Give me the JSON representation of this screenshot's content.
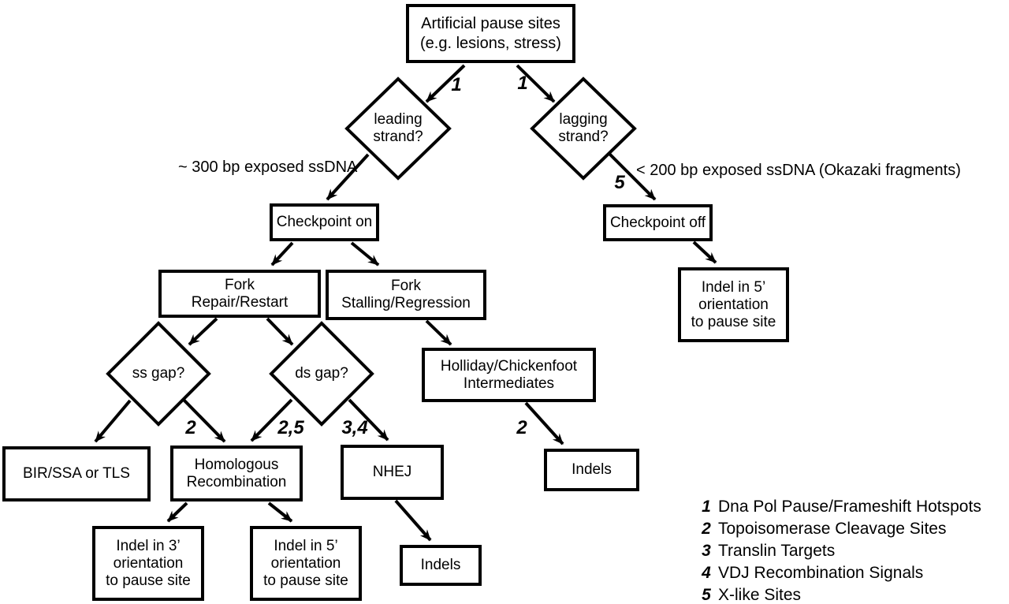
{
  "diagram": {
    "type": "flowchart",
    "topic": "Artificial pause sites and DNA replication fork outcomes"
  },
  "nodes": {
    "artificial_pause_sites": {
      "label": "Artificial pause sites\n(e.g. lesions, stress)",
      "shape": "rect"
    },
    "leading_strand": {
      "label": "leading\nstrand?",
      "shape": "diamond"
    },
    "lagging_strand": {
      "label": "lagging\nstrand?",
      "shape": "diamond"
    },
    "checkpoint_on": {
      "label": "Checkpoint on",
      "shape": "rect"
    },
    "checkpoint_off": {
      "label": "Checkpoint off",
      "shape": "rect"
    },
    "fork_repair_restart": {
      "label": "Fork\nRepair/Restart",
      "shape": "rect"
    },
    "fork_stalling_regression": {
      "label": "Fork\nStalling/Regression",
      "shape": "rect"
    },
    "indel_5_right": {
      "label": "Indel in 5’\norientation\nto pause site",
      "shape": "rect"
    },
    "holliday_chickenfoot": {
      "label": "Holliday/Chickenfoot\nIntermediates",
      "shape": "rect"
    },
    "ss_gap": {
      "label": "ss gap?",
      "shape": "diamond"
    },
    "ds_gap": {
      "label": "ds gap?",
      "shape": "diamond"
    },
    "bir_ssa_tls": {
      "label": "BIR/SSA or TLS",
      "shape": "rect"
    },
    "homologous_recombination": {
      "label": "Homologous\nRecombination",
      "shape": "rect"
    },
    "nhej": {
      "label": "NHEJ",
      "shape": "rect"
    },
    "indels_right": {
      "label": "Indels",
      "shape": "rect"
    },
    "indel_3_left": {
      "label": "Indel in 3’\norientation\nto pause site",
      "shape": "rect"
    },
    "indel_5_mid": {
      "label": "Indel in 5’\norientation\nto pause site",
      "shape": "rect"
    },
    "indels_bottom": {
      "label": "Indels",
      "shape": "rect"
    }
  },
  "edge_labels": {
    "top_to_leading": "1",
    "top_to_lagging": "1",
    "lagging_to_checkpoint_off": "5",
    "ss_to_hr": "2",
    "ds_to_hr": "2,5",
    "ds_to_nhej": "3,4",
    "holliday_to_indels": "2"
  },
  "edges": [
    {
      "from": "Artificial pause sites (e.g. lesions, stress)",
      "to": "leading strand?",
      "label": "1"
    },
    {
      "from": "Artificial pause sites (e.g. lesions, stress)",
      "to": "lagging strand?",
      "label": "1"
    },
    {
      "from": "leading strand?",
      "to": "Checkpoint on",
      "label": ""
    },
    {
      "from": "lagging strand?",
      "to": "Checkpoint off",
      "label": "5"
    },
    {
      "from": "Checkpoint on",
      "to": "Fork Repair/Restart",
      "label": ""
    },
    {
      "from": "Checkpoint on",
      "to": "Fork Stalling/Regression",
      "label": ""
    },
    {
      "from": "Checkpoint off",
      "to": "Indel in 5’ orientation to pause site",
      "label": ""
    },
    {
      "from": "Fork Repair/Restart",
      "to": "ss gap?",
      "label": ""
    },
    {
      "from": "Fork Repair/Restart",
      "to": "ds gap?",
      "label": ""
    },
    {
      "from": "Fork Stalling/Regression",
      "to": "Holliday/Chickenfoot Intermediates",
      "label": ""
    },
    {
      "from": "ss gap?",
      "to": "BIR/SSA or TLS",
      "label": ""
    },
    {
      "from": "ss gap?",
      "to": "Homologous Recombination",
      "label": "2"
    },
    {
      "from": "ds gap?",
      "to": "Homologous Recombination",
      "label": "2,5"
    },
    {
      "from": "ds gap?",
      "to": "NHEJ",
      "label": "3,4"
    },
    {
      "from": "Holliday/Chickenfoot Intermediates",
      "to": "Indels",
      "label": "2"
    },
    {
      "from": "Homologous Recombination",
      "to": "Indel in 3’ orientation to pause site",
      "label": ""
    },
    {
      "from": "Homologous Recombination",
      "to": "Indel in 5’ orientation to pause site",
      "label": ""
    },
    {
      "from": "NHEJ",
      "to": "Indels",
      "label": ""
    }
  ],
  "annotations": {
    "left": "~ 300 bp exposed ssDNA",
    "right": "< 200 bp exposed ssDNA (Okazaki fragments)"
  },
  "legend": {
    "items": [
      {
        "num": "1",
        "text": "Dna Pol Pause/Frameshift Hotspots"
      },
      {
        "num": "2",
        "text": "Topoisomerase Cleavage Sites"
      },
      {
        "num": "3",
        "text": "Translin Targets"
      },
      {
        "num": "4",
        "text": "VDJ Recombination Signals"
      },
      {
        "num": "5",
        "text": "X-like Sites"
      }
    ]
  },
  "colors": {
    "ink": "#000000",
    "background": "#ffffff"
  }
}
